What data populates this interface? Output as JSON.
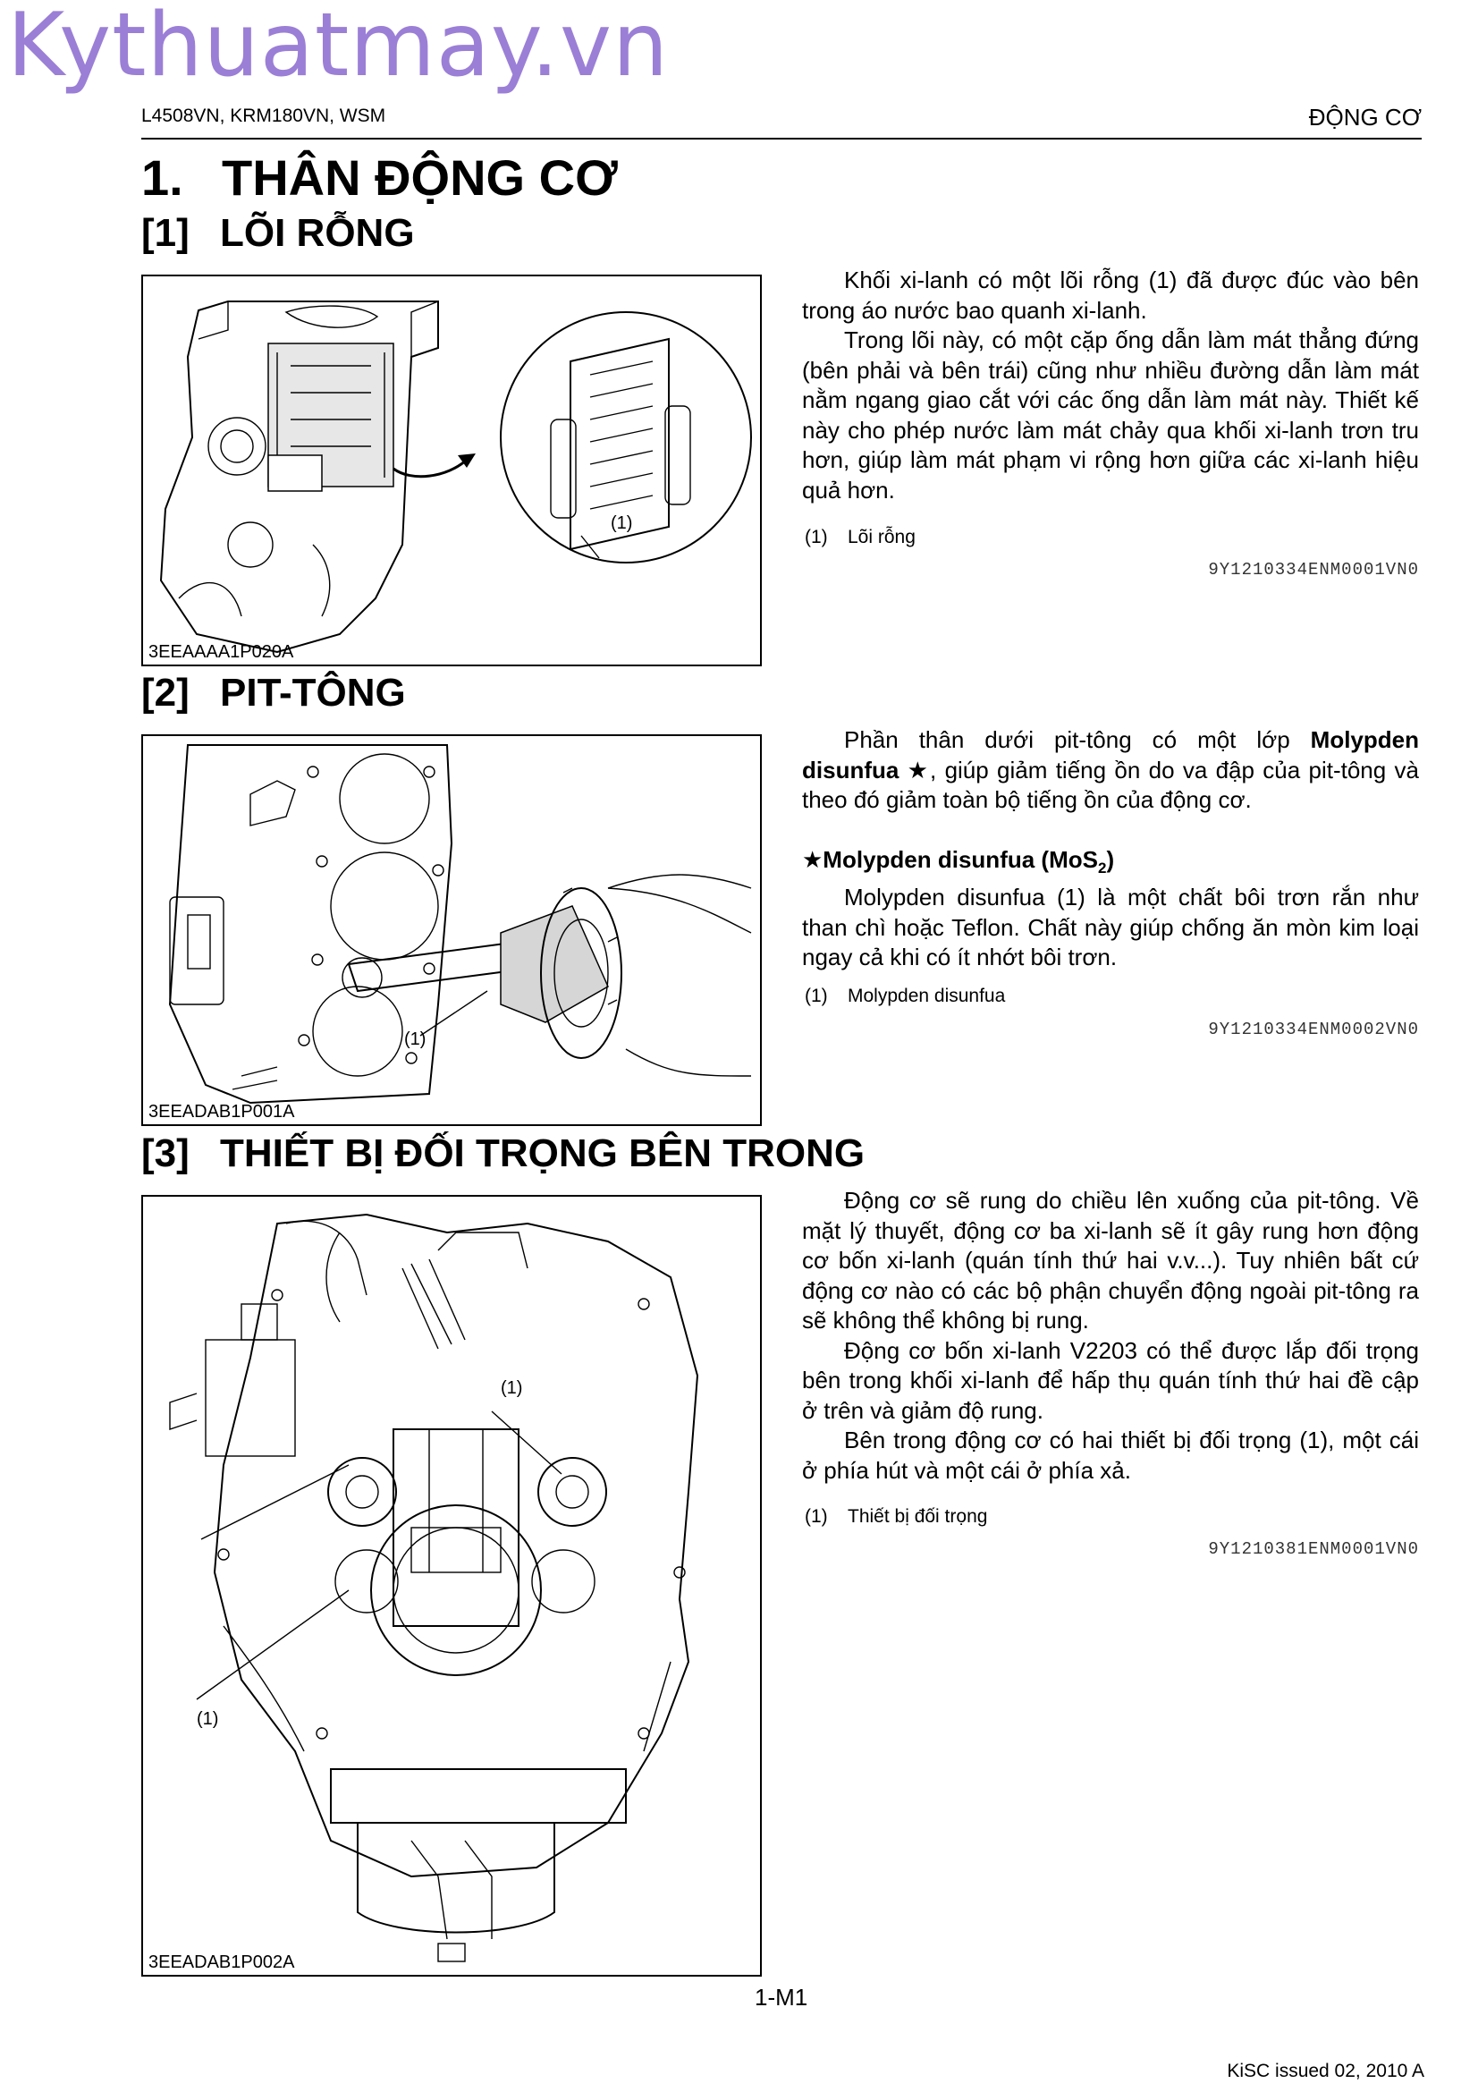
{
  "watermark": "Kythuatmay.vn",
  "header": {
    "left": "L4508VN, KRM180VN, WSM",
    "right": "ĐỘNG CƠ"
  },
  "chapter": {
    "num": "1.",
    "title": "THÂN ĐỘNG CƠ"
  },
  "sections": [
    {
      "num": "[1]",
      "title": "LÕI RỖNG",
      "fig_code": "3EEAAAA1P020A",
      "fig_callouts": [
        "(1)"
      ],
      "paragraphs": [
        "Khối xi-lanh có một lõi rỗng (1) đã được đúc vào bên trong áo nước bao quanh xi-lanh.",
        "Trong lõi này, có một cặp ống dẫn làm mát thẳng đứng (bên phải và bên trái) cũng như nhiều đường dẫn làm mát nằm ngang giao cắt với các ống dẫn làm mát này. Thiết kế này cho phép nước làm mát chảy qua khối xi-lanh trơn tru hơn, giúp làm mát phạm vi rộng hơn giữa các xi-lanh hiệu quả hơn."
      ],
      "legend": {
        "num": "(1)",
        "label": "Lõi rỗng"
      },
      "ref_code": "9Y1210334ENM0001VN0"
    },
    {
      "num": "[2]",
      "title": "PIT-TÔNG",
      "fig_code": "3EEADAB1P001A",
      "fig_callouts": [
        "(1)"
      ],
      "para1_a": "Phần thân dưới pit-tông có một lớp ",
      "para1_bold": "Molypden disunfua",
      "para1_b": " ★, giúp giảm tiếng ồn do va đập của pit-tông và theo đó giảm toàn bộ tiếng ồn của động cơ.",
      "subhead_a": "★Molypden disunfua (MoS",
      "subhead_sub": "2",
      "subhead_b": ")",
      "para2": "Molypden disunfua (1) là một chất bôi trơn rắn như than chì hoặc Teflon. Chất này giúp chống ăn mòn kim loại ngay cả khi có ít nhớt bôi trơn.",
      "legend": {
        "num": "(1)",
        "label": "Molypden disunfua"
      },
      "ref_code": "9Y1210334ENM0002VN0"
    },
    {
      "num": "[3]",
      "title": "THIẾT BỊ ĐỐI TRỌNG BÊN TRONG",
      "fig_code": "3EEADAB1P002A",
      "fig_callouts": [
        "(1)",
        "(1)"
      ],
      "paragraphs": [
        "Động cơ sẽ rung do chiều lên xuống của pit-tông. Về mặt lý thuyết, động cơ ba xi-lanh sẽ ít gây rung hơn động cơ bốn xi-lanh (quán tính thứ hai v.v...). Tuy nhiên bất cứ động cơ nào có các bộ phận chuyển động ngoài pit-tông ra sẽ không thể không bị rung.",
        "Động cơ bốn xi-lanh V2203 có thể được lắp đối trọng bên trong khối xi-lanh để hấp thụ quán tính thứ hai đề cập ở trên và giảm độ rung.",
        "Bên trong động cơ có hai thiết bị đối trọng (1), một cái ở phía hút và một cái ở phía xả."
      ],
      "legend": {
        "num": "(1)",
        "label": "Thiết bị đối trọng"
      },
      "ref_code": "9Y1210381ENM0001VN0"
    }
  ],
  "page_number": "1-M1",
  "footer": "KiSC issued 02, 2010 A"
}
